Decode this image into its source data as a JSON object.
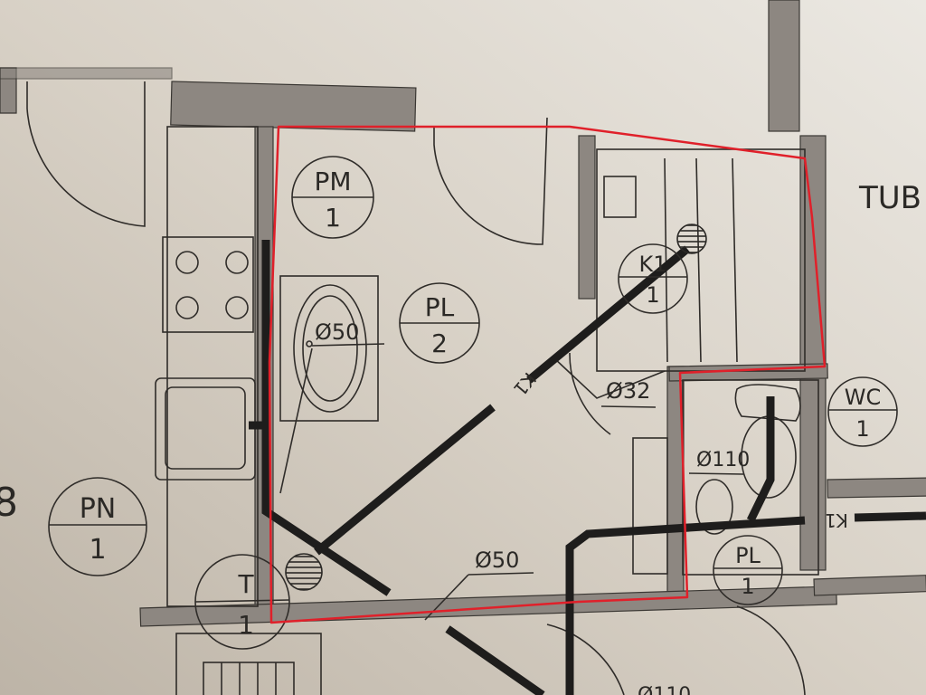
{
  "title": "Floor plan photo with plumbing (bathroom area outlined in red)",
  "room_tags": [
    {
      "code": "PM",
      "num": "1"
    },
    {
      "code": "PL",
      "num": "2"
    },
    {
      "code": "K1",
      "num": "1"
    },
    {
      "code": "WC",
      "num": "1"
    },
    {
      "code": "PN",
      "num": "1"
    },
    {
      "code": "PL",
      "num": "1"
    },
    {
      "code": "T",
      "num": "1"
    }
  ],
  "pipe_labels": {
    "d50_sink": "Ø50",
    "d32": "Ø32",
    "d110": "Ø110",
    "d50_bottom": "Ø50",
    "d110_bottom": "Ø110",
    "k1_diag": "K1",
    "k1_right": "K1"
  },
  "room_name_right": "TUB",
  "left_fragment": "8",
  "colors": {
    "outline": "#e0202a",
    "wall": "#8d8781",
    "pipe": "#1e1d1c"
  }
}
